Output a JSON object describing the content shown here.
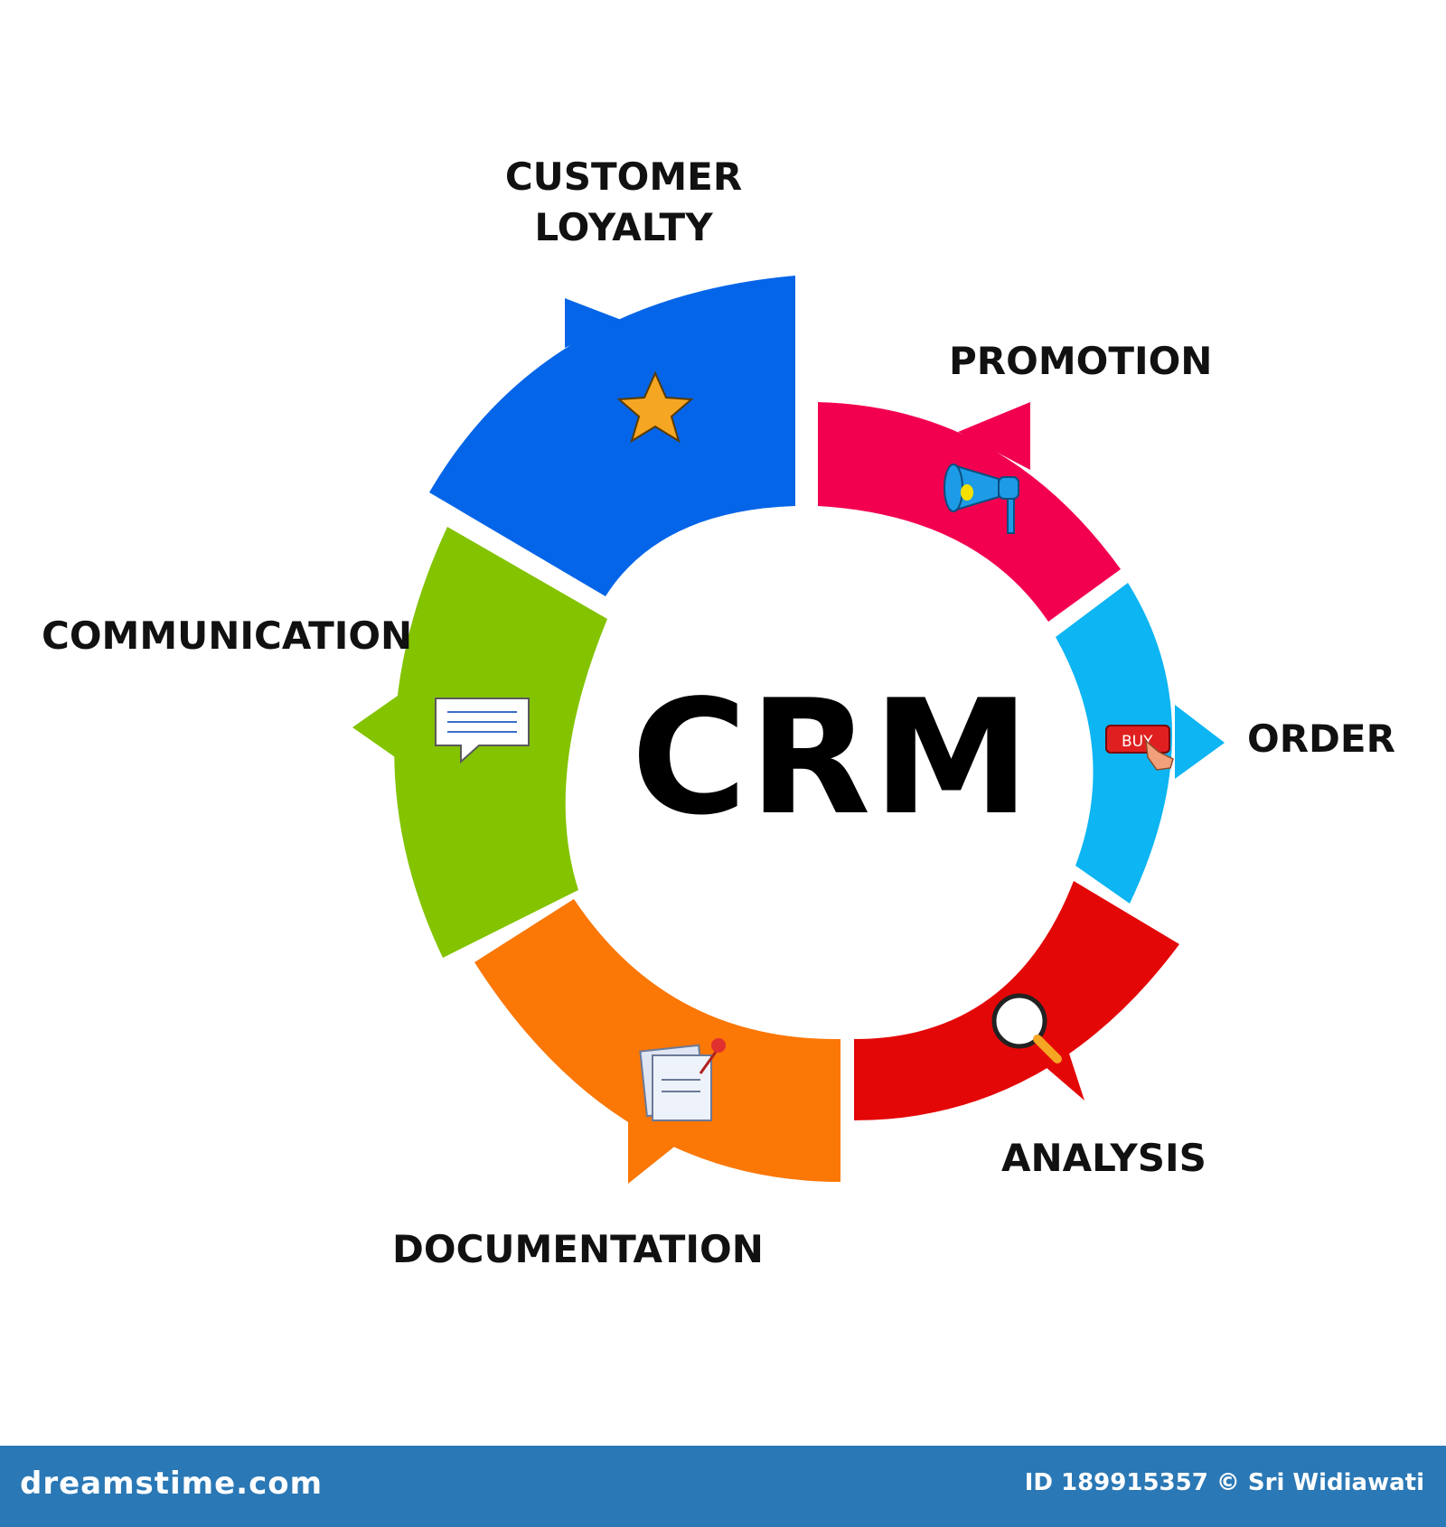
{
  "center": {
    "title": "CRM"
  },
  "segments": [
    {
      "label_lines": [
        "CUSTOMER",
        "LOYALTY"
      ],
      "color": "#0565e8",
      "icon": "star-icon"
    },
    {
      "label_lines": [
        "PROMOTION"
      ],
      "color": "#f2004f",
      "icon": "megaphone-icon"
    },
    {
      "label_lines": [
        "ORDER"
      ],
      "color": "#0db5f2",
      "icon": "buy-button-icon",
      "icon_text": "BUY"
    },
    {
      "label_lines": [
        "ANALYSIS"
      ],
      "color": "#e40708",
      "icon": "magnifier-icon"
    },
    {
      "label_lines": [
        "DOCUMENTATION"
      ],
      "color": "#fb7706",
      "icon": "documents-pin-icon"
    },
    {
      "label_lines": [
        "COMMUNICATION"
      ],
      "color": "#83c300",
      "icon": "chat-bubble-icon"
    }
  ],
  "footer": {
    "brand": "dreamstime.com",
    "credit": "ID 189915357 © Sri Widiawati",
    "color": "#2a78b5"
  }
}
